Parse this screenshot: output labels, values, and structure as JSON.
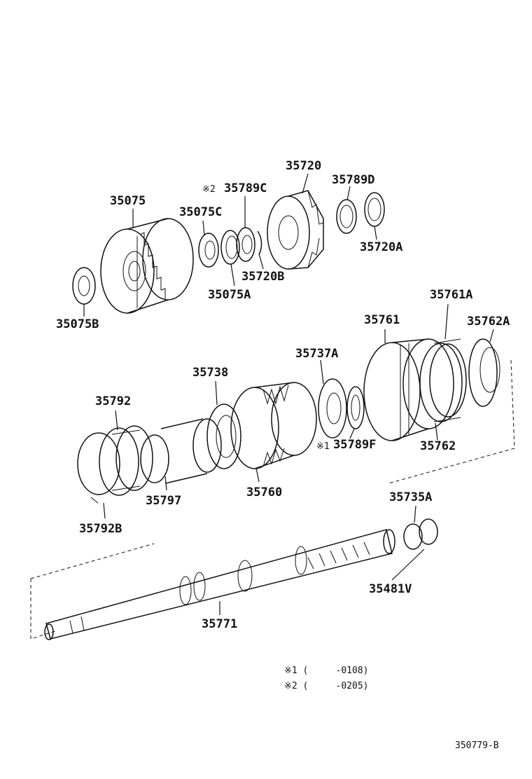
{
  "parts": {
    "p35075": "35075",
    "p35075C": "35075C",
    "p35075A": "35075A",
    "p35075B": "35075B",
    "p35789C": "35789C",
    "p35720": "35720",
    "p35720B": "35720B",
    "p35789D": "35789D",
    "p35720A": "35720A",
    "p35761A": "35761A",
    "p35761": "35761",
    "p35762A": "35762A",
    "p35737A": "35737A",
    "p35738": "35738",
    "p35792": "35792",
    "p35789F": "35789F",
    "p35762": "35762",
    "p35797": "35797",
    "p35760": "35760",
    "p35792B": "35792B",
    "p35735A": "35735A",
    "p35481V": "35481V",
    "p35771": "35771"
  },
  "marks": {
    "mark_2_on_35789C": "※2",
    "mark_1_on_35789F": "※1"
  },
  "notes": {
    "note1": "※1 (     -0108)",
    "note2": "※2 (     -0205)"
  },
  "diagram_code": "350779-B"
}
